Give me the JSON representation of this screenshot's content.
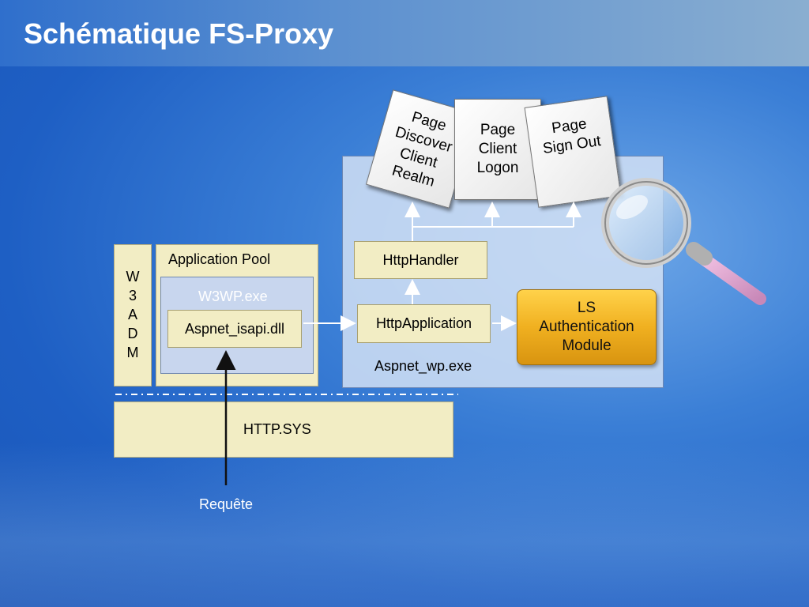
{
  "title": "Schématique FS-Proxy",
  "wadm_letters": [
    "W",
    "3",
    "A",
    "D",
    "M"
  ],
  "app_pool": {
    "label": "Application Pool",
    "w3wp": "W3WP.exe",
    "isapi": "Aspnet_isapi.dll"
  },
  "http_sys": "HTTP.SYS",
  "request": "Requête",
  "worker": {
    "label": "Aspnet_wp.exe",
    "handler": "HttpHandler",
    "application": "HttpApplication",
    "ls_module": [
      "LS",
      "Authentication",
      "Module"
    ]
  },
  "pages": {
    "discover": [
      "Page",
      "Discover",
      "Client",
      "Realm"
    ],
    "logon": [
      "Page",
      "Client",
      "Logon"
    ],
    "signout": [
      "Page",
      "Sign Out"
    ]
  },
  "icons": [
    "magnifier-icon"
  ]
}
